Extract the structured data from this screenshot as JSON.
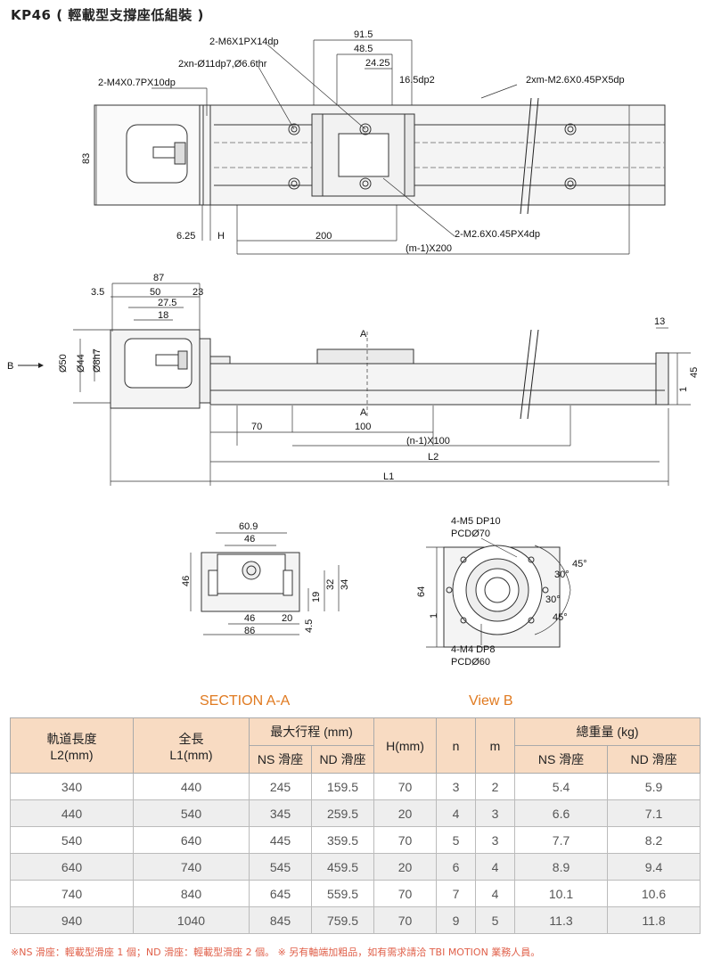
{
  "title": "KP46 ( 輕載型支撐座低組裝 )",
  "drawing": {
    "top_view": {
      "labels": [
        "2-M6X1PX14dp",
        "2xn-Ø11dp7,Ø6.6thr",
        "2-M4X0.7PX10dp",
        "91.5",
        "48.5",
        "24.25",
        "16.5dp2",
        "2xm-M2.6X0.45PX5dp",
        "83",
        "6.25",
        "H",
        "200",
        "2-M2.6X0.45PX4dp",
        "(m-1)X200"
      ]
    },
    "side_view": {
      "labels": [
        "87",
        "3.5",
        "50",
        "23",
        "27.5",
        "18",
        "B",
        "Ø50",
        "Ø44",
        "Ø8h7",
        "A",
        "A",
        "70",
        "100",
        "(n-1)X100",
        "L2",
        "L1",
        "13",
        "45",
        "1"
      ]
    },
    "section": {
      "labels": [
        "60.9",
        "46",
        "46",
        "19",
        "32",
        "34",
        "46",
        "20",
        "86",
        "4.5"
      ]
    },
    "view_b": {
      "labels": [
        "4-M5 DP10",
        "PCDØ70",
        "45°",
        "30°",
        "30°",
        "45°",
        "64",
        "1",
        "4-M4 DP8",
        "PCDØ60"
      ]
    }
  },
  "captions": {
    "section": "SECTION A-A",
    "view": "View B"
  },
  "table": {
    "h_rail": "軌道長度",
    "h_rail_unit": "L2(mm)",
    "h_total": "全長",
    "h_total_unit": "L1(mm)",
    "h_stroke": "最大行程 (mm)",
    "h_ns": "NS 滑座",
    "h_nd": "ND 滑座",
    "h_h": "H(mm)",
    "h_n": "n",
    "h_m": "m",
    "h_weight": "總重量 (kg)",
    "h_w_ns": "NS 滑座",
    "h_w_nd": "ND 滑座",
    "rows": [
      [
        "340",
        "440",
        "245",
        "159.5",
        "70",
        "3",
        "2",
        "5.4",
        "5.9"
      ],
      [
        "440",
        "540",
        "345",
        "259.5",
        "20",
        "4",
        "3",
        "6.6",
        "7.1"
      ],
      [
        "540",
        "640",
        "445",
        "359.5",
        "70",
        "5",
        "3",
        "7.7",
        "8.2"
      ],
      [
        "640",
        "740",
        "545",
        "459.5",
        "20",
        "6",
        "4",
        "8.9",
        "9.4"
      ],
      [
        "740",
        "840",
        "645",
        "559.5",
        "70",
        "7",
        "4",
        "10.1",
        "10.6"
      ],
      [
        "940",
        "1040",
        "845",
        "759.5",
        "70",
        "9",
        "5",
        "11.3",
        "11.8"
      ]
    ]
  },
  "footnote": "※NS 滑座：輕載型滑座 1 個；ND 滑座：輕載型滑座 2 個。 ※ 另有軸端加粗品，如有需求請洽 TBI MOTION 業務人員。",
  "colors": {
    "accent": "#e07a20",
    "header_bg": "#f8dbc2",
    "footnote": "#e0604a"
  }
}
